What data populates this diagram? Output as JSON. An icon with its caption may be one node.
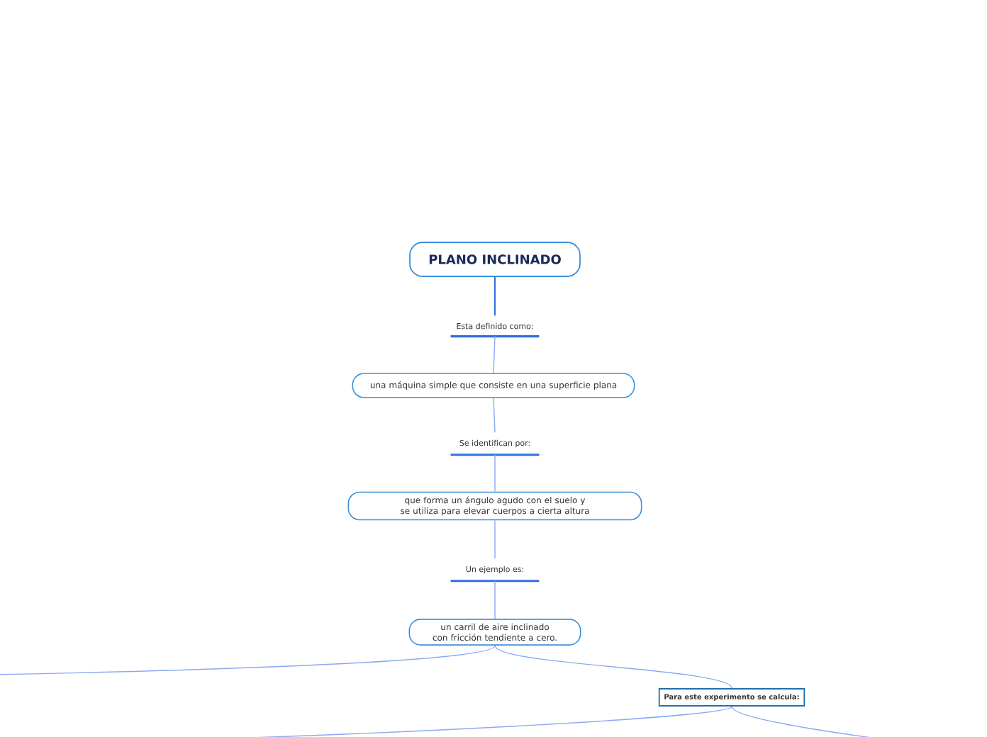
{
  "diagram": {
    "nodes": [
      {
        "text": [
          "PLANO INCLINADO"
        ]
      },
      {
        "text": [
          "Esta definido como:"
        ]
      },
      {
        "text": [
          "una máquina simple que consiste en una superficie plana"
        ]
      },
      {
        "text": [
          "Se identifican por:"
        ]
      },
      {
        "text": [
          "que forma un ángulo agudo con el suelo y se utiliza para elevar cuerpos a cierta altura"
        ]
      },
      {
        "text": [
          "Un ejemplo es:"
        ]
      },
      {
        "text": [
          "un carril de aire inclinado con fricción tendiente a cero."
        ]
      },
      {
        "text": [
          "Para este experimento se calcula:"
        ]
      }
    ],
    "edges": [
      {
        "from": 0,
        "to": 1,
        "arrow": "none",
        "color": "#2f6fe0"
      },
      {
        "from": 1,
        "to": 2,
        "arrow": "none"
      },
      {
        "from": 2,
        "to": 3,
        "arrow": "none"
      },
      {
        "from": 3,
        "to": 4,
        "arrow": "none"
      },
      {
        "from": 4,
        "to": 5,
        "arrow": "none"
      },
      {
        "from": 5,
        "to": 6,
        "arrow": "none"
      },
      {
        "from": 6,
        "to": 7,
        "arrow": "none"
      },
      {
        "from": 6,
        "to": null,
        "arrow": "none"
      },
      {
        "from": 7,
        "to": null,
        "arrow": "none"
      },
      {
        "from": 7,
        "to": null,
        "arrow": "none"
      }
    ]
  }
}
